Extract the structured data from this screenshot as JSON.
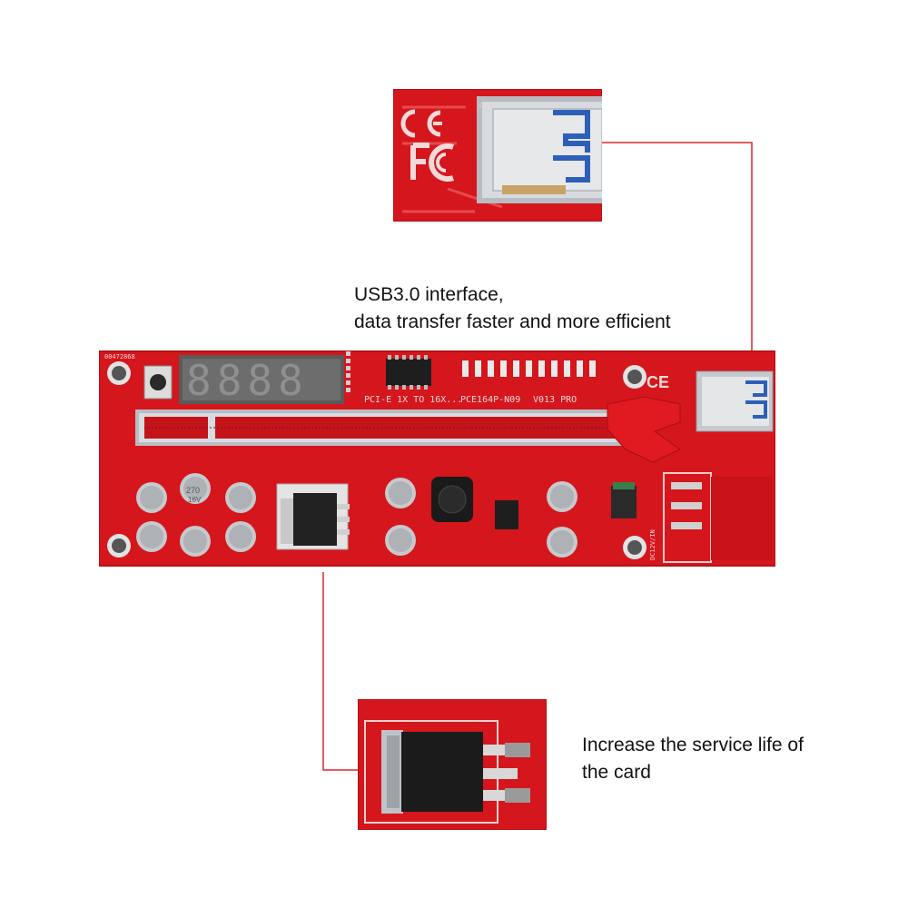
{
  "callouts": {
    "usb": {
      "line1": "USB3.0 interface,",
      "line2": "data transfer faster and more efficient"
    },
    "regulator": {
      "line1": "Increase the service life of",
      "line2": "the card"
    }
  },
  "board": {
    "silkscreen_left": "PCI-E 1X TO 16X...",
    "silkscreen_model": "PCE164P-N09",
    "silkscreen_version": "V013 PRO",
    "serial": "00472868",
    "display_digits": "8888",
    "capacitor_text": "270",
    "capacitor_text2": "16V",
    "power_label": "DC12V/IN"
  },
  "colors": {
    "pcb": "#d5161c",
    "pcb_dark": "#a80f14",
    "leader_line": "#e0262b",
    "metal": "#c9cdd3",
    "usb_blue": "#2d5fb8",
    "display": "#5a5a5a"
  }
}
